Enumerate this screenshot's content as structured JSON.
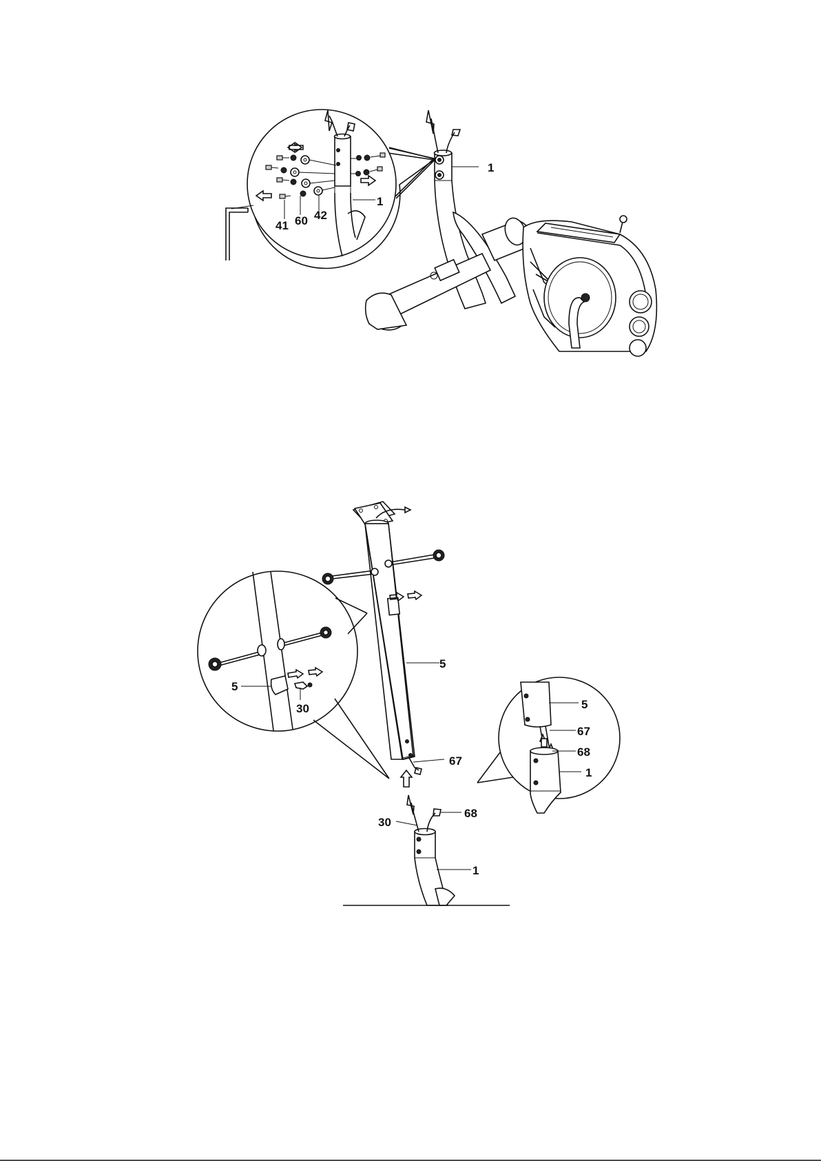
{
  "diagram_1": {
    "callouts": {
      "hex_bolt": "41",
      "lock_washer": "60",
      "flat_washer": "42",
      "main_frame_detail": "1",
      "main_frame": "1"
    }
  },
  "diagram_2": {
    "callouts": {
      "seat_post": "5",
      "cable_upper": "67",
      "cable_lower": "68",
      "sensor_wire": "30",
      "main_frame": "1",
      "detail_left_post": "5",
      "detail_left_wire": "30",
      "detail_right_post": "5",
      "detail_right_cable_upper": "67",
      "detail_right_cable_lower": "68",
      "detail_right_frame": "1"
    }
  },
  "colors": {
    "ink": "#111111",
    "paper": "#ffffff",
    "fill": "#cfcfcf"
  }
}
